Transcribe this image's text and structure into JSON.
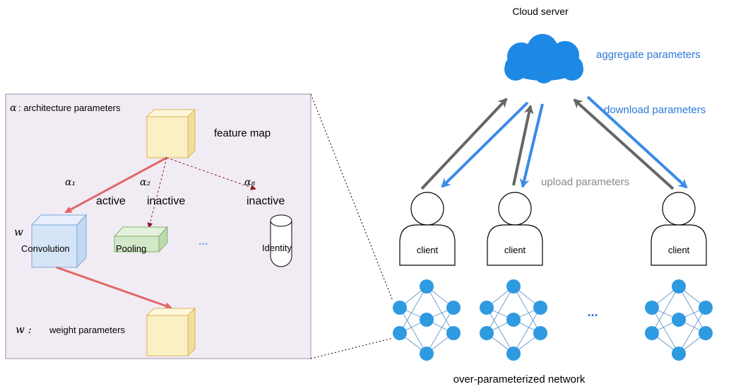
{
  "left_panel": {
    "alpha_symbol": "α",
    "alpha_legend": ": architecture parameters",
    "feature_map_label": "feature map",
    "alpha_1": "α₁",
    "alpha_2": "α₂",
    "alpha_8": "α₈",
    "active_label": "active",
    "inactive_label_1": "inactive",
    "inactive_label_2": "inactive",
    "w_symbol": "w",
    "convolution_label": "Convolution",
    "pooling_label": "Pooling",
    "ellipsis": "...",
    "identity_label": "Identity",
    "w_legend_symbol": "w :",
    "w_legend": "weight parameters"
  },
  "right_panel": {
    "cloud_title": "Cloud server",
    "aggregate_label": "aggregate parameters",
    "download_label": "download parameters",
    "upload_label": "upload parameters",
    "client_labels": [
      "client",
      "client",
      "client"
    ],
    "ellipsis": "...",
    "network_label": "over-parameterized network"
  },
  "colors": {
    "panel_fill": "#f1ecf4",
    "cube_yellow": "#fbefc4",
    "cube_blue": "#d5e5f7",
    "cube_green": "#d3e7c9",
    "red_arrow": "#e06767",
    "dark_red_dash": "#8b1d1d",
    "blue_accent": "#3b8be6",
    "gray_arrow": "#666666",
    "node_blue": "#2e9ae0",
    "edge_blue": "#5b8fc8",
    "label_blue": "#2a78d6"
  }
}
